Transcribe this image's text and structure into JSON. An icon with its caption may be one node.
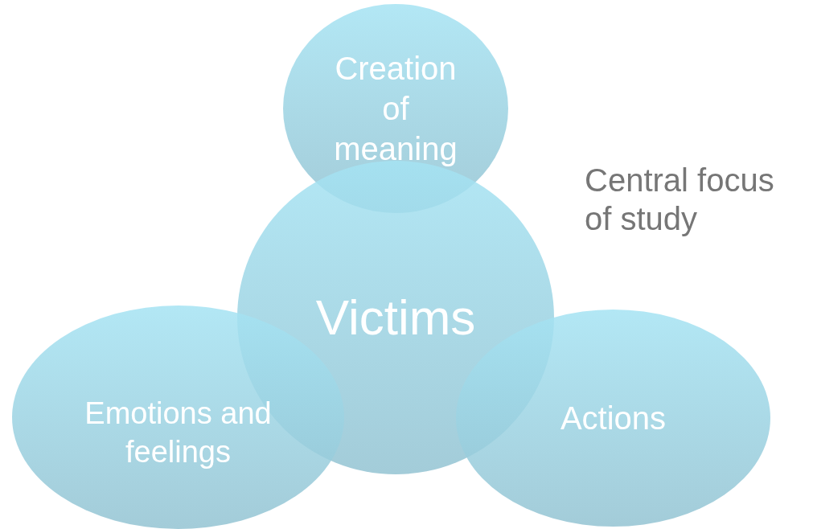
{
  "diagram": {
    "nodes": [
      {
        "text": [
          "Creation of meaning"
        ]
      },
      {
        "text": [
          "Victims"
        ]
      },
      {
        "text": [
          "Emotions and feelings"
        ]
      },
      {
        "text": [
          "Actions"
        ]
      }
    ],
    "labels": [
      "Central focus of study"
    ]
  }
}
